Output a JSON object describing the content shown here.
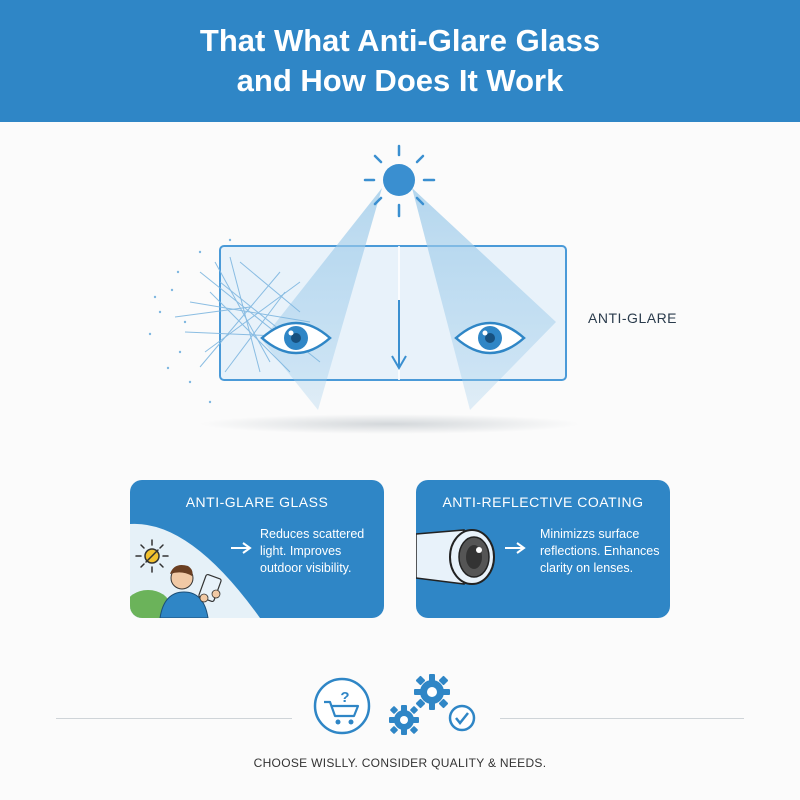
{
  "header": {
    "title_line1": "That What Anti-Glare Glass",
    "title_line2": "and How Does It Work"
  },
  "hero": {
    "label": "ANTI-GLARE"
  },
  "cards": [
    {
      "title": "ANTI-GLARE GLASS",
      "text": "Reduces scattered light. Improves outdoor visibility."
    },
    {
      "title": "ANTI-REFLECTIVE COATING",
      "text": "Minimizzs surface reflections. Enhances clarity on lenses."
    }
  ],
  "footer": {
    "text": "CHOOSE WISLLY. CONSIDER QUALITY & NEEDS."
  },
  "colors": {
    "accent": "#2f86c6",
    "header_text": "#ffffff",
    "sun": "#3a8fd0",
    "glass_border": "#4a9ad8"
  },
  "icons": [
    "sun-icon",
    "eye-icon",
    "down-arrow-icon",
    "right-arrow-icon",
    "question-cart-icon",
    "gear-icon",
    "check-badge-icon"
  ]
}
